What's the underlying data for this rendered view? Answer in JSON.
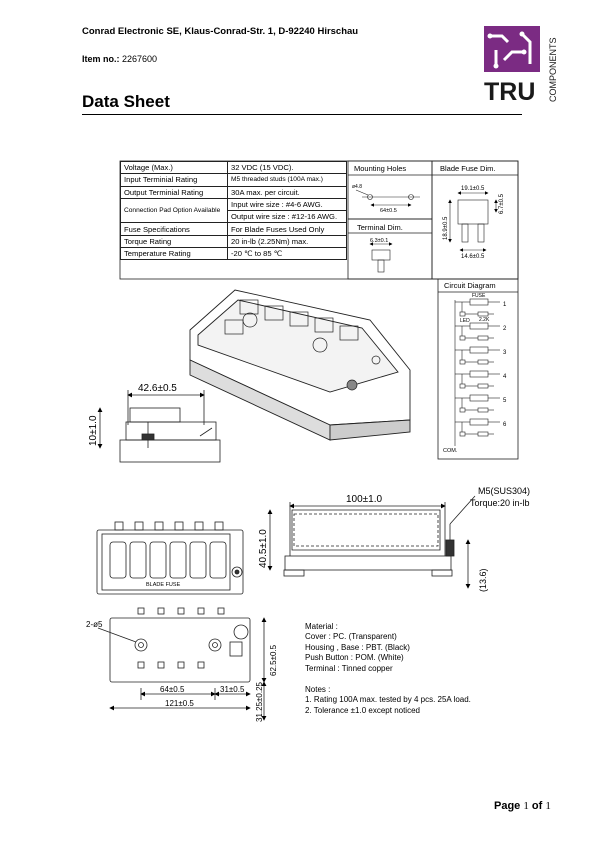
{
  "header": {
    "company": "Conrad Electronic SE, Klaus-Conrad-Str. 1, D-92240 Hirschau",
    "item_label": "Item no.:",
    "item_value": "2267600",
    "title": "Data Sheet"
  },
  "logo": {
    "brand": "TRU",
    "side_text": "COMPONENTS",
    "colors": {
      "purple": "#7b2b83",
      "text": "#1a1a1a"
    }
  },
  "spec_table": [
    {
      "label": "Voltage (Max.)",
      "value": "32 VDC (15 VDC)."
    },
    {
      "label": "Input Terminial Rating",
      "value": "M5 threaded studs (100A max.)"
    },
    {
      "label": "Output Terminial Rating",
      "value": "30A max. per circuit."
    },
    {
      "label": "Connection Pad Option Available",
      "value": "Input wire size : #4-6 AWG.",
      "value2": "Output wire size : #12-16 AWG."
    },
    {
      "label": "Fuse Specifications",
      "value": "For Blade Fuses Used Only"
    },
    {
      "label": "Torque Rating",
      "value": "20 in-lb (2.25Nm) max."
    },
    {
      "label": "Temperature Rating",
      "value": "-20 ℃ to 85 ℃"
    }
  ],
  "boxes": {
    "mounting_holes": "Mounting Holes",
    "mounting_dim1": "64±0.5",
    "mounting_dim2": "ø4.8",
    "blade_fuse": "Blade Fuse Dim.",
    "blade_w": "19.1±0.5",
    "blade_h": "6.7±0.5",
    "blade_h2": "18.9±0.5",
    "blade_w2": "14.6±0.5",
    "terminal_dim": "Terminal Dim.",
    "terminal_w": "6.3±0.1",
    "circuit_diagram": "Circuit Diagram",
    "circuit_fuse": "FUSE",
    "circuit_led": "LED",
    "circuit_res": "2.2K",
    "circuit_com": "COM.",
    "circuit_numbers": [
      "1",
      "2",
      "3",
      "4",
      "5",
      "6"
    ]
  },
  "drawing_labels": {
    "width_side": "42.6±0.5",
    "height_side": "10±1.0",
    "width_front": "100±1.0",
    "height_front": "40.5±1.0",
    "stud": "M5(SUS304)",
    "torque": "Torque:20 in-lb",
    "stud_h": "(13.6)",
    "blade_fuse_label": "BLADE FUSE",
    "hole_dia": "2-ø5",
    "dim_64": "64±0.5",
    "dim_31": "31±0.5",
    "dim_121": "121±0.5",
    "dim_62": "62.5±0.5",
    "dim_3125": "31.25±0.25"
  },
  "material": {
    "title": "Material :",
    "lines": [
      "Cover : PC. (Transparent)",
      "Housing , Base : PBT. (Black)",
      "Push Button : POM. (White)",
      "Terminal : Tinned copper"
    ]
  },
  "notes": {
    "title": "Notes :",
    "lines": [
      "1. Rating 100A max. tested by 4 pcs. 25A load.",
      "2. Tolerance ±1.0 except noticed"
    ]
  },
  "footer": {
    "page_label": "Page",
    "page": "1",
    "of_label": "of",
    "total": "1"
  }
}
